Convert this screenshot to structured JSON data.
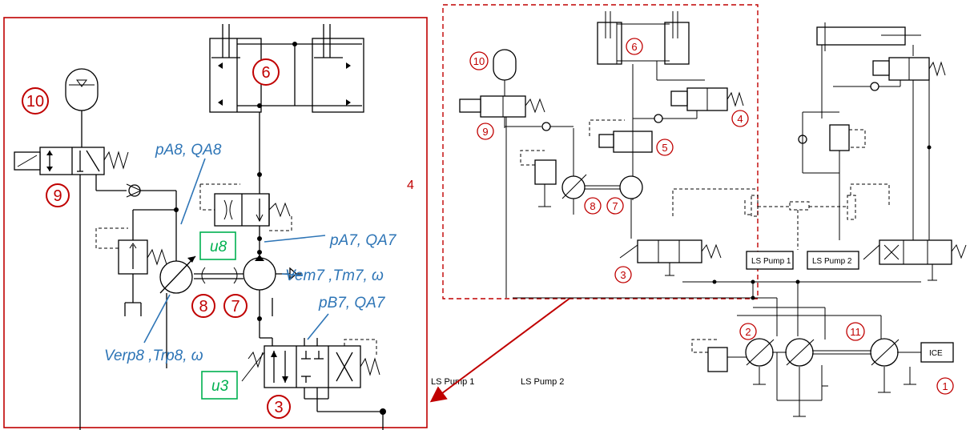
{
  "left_panel": {
    "component_labels": {
      "c10": "10",
      "c9": "9",
      "c6": "6",
      "c8": "8",
      "c7": "7",
      "c3": "3",
      "c4": "4"
    },
    "annotations": {
      "pa8": "pA8, QA8",
      "pa7": "pA7, QA7",
      "pb7": "pB7, QA7",
      "vem7": "Vem7 ,Tm7, ω",
      "verp8": "Verp8 ,Trp8, ω"
    },
    "control_inputs": {
      "u8": "u8",
      "u3": "u3"
    }
  },
  "right_panel": {
    "component_labels": {
      "c10": "10",
      "c6": "6",
      "c9": "9",
      "c4": "4",
      "c5": "5",
      "c8": "8",
      "c7": "7",
      "c3": "3",
      "c2": "2",
      "c11": "11",
      "c1": "1"
    },
    "ls_pump_1": "LS Pump 1",
    "ls_pump_2": "LS Pump 2",
    "ice": "ICE"
  },
  "loose_labels": {
    "ls_pump_1": "LS Pump 1",
    "ls_pump_2": "LS Pump 2"
  },
  "colors": {
    "frame_red": "#c00000",
    "annotation_blue": "#2e75b6",
    "input_green": "#00b050"
  }
}
